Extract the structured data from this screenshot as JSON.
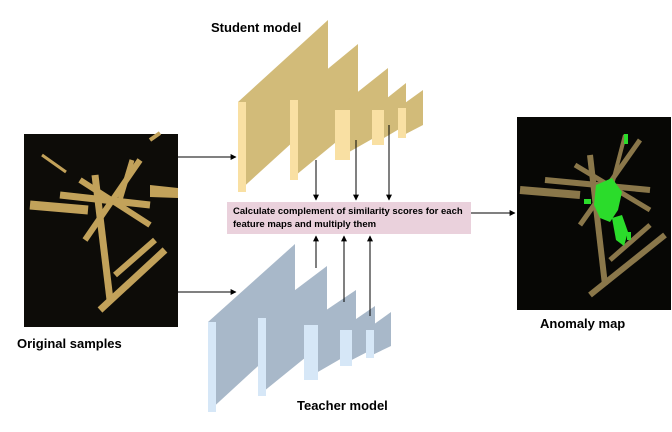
{
  "labels": {
    "student_model": "Student model",
    "teacher_model": "Teacher model",
    "original_samples": "Original samples",
    "anomaly_map": "Anomaly map"
  },
  "center_box": {
    "text": "Calculate complement of similarity scores for each feature maps and multiply them"
  },
  "colors": {
    "student_front": "#f9e0a3",
    "student_side": "#d2bb79",
    "student_top": "#f6e3ad",
    "teacher_front": "#d6e7f7",
    "teacher_side": "#a8b8c9",
    "teacher_top": "#c6d7e9",
    "box_fill": "#ead1dc",
    "image_bg": "#0d0c08",
    "object_gold": "#c2a25a",
    "anomaly_green": "#2bdc2b"
  }
}
